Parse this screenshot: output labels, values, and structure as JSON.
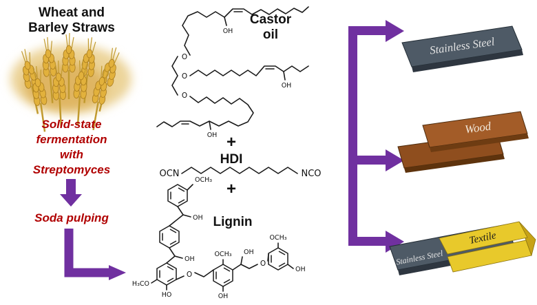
{
  "figure": {
    "left": {
      "title_line1": "Wheat and",
      "title_line2": "Barley Straws",
      "ferm_line1": "Solid-state",
      "ferm_line2": "fermentation",
      "ferm_line3": "with",
      "ferm_line4": "Streptomyces",
      "soda_pulping": "Soda pulping"
    },
    "center": {
      "castor_line1": "Castor",
      "castor_line2": "oil",
      "plus": "+",
      "hdi_label": "HDI",
      "ocn": "OCN",
      "nco": "NCO",
      "lignin_label": "Lignin",
      "atoms": {
        "o": "O",
        "oh": "OH",
        "ho": "HO",
        "och3": "OCH₃",
        "h3co": "H₃CO"
      }
    },
    "right": {
      "steel_label": "Stainless Steel",
      "wood_label": "Wood",
      "textile_steel_label": "Stainless Steel",
      "textile_label": "Textile"
    }
  },
  "colors": {
    "purple": "#7030A0",
    "red": "#B00000",
    "steel_top": "#4e5a66",
    "steel_side": "#2e3640",
    "wood_top": "#a35c28",
    "wood_side": "#6e3c12",
    "wood_lower": "#8f4e1e",
    "wood_lower_side": "#5e330d",
    "textile_yellow": "#e8c92b",
    "textile_yellow_dark": "#c7a316",
    "wheat_gold": "#e2b13c"
  }
}
